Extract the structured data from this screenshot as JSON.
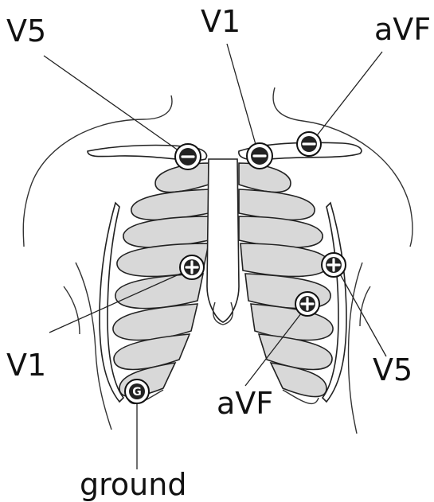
{
  "labels": {
    "v5_top": "V5",
    "v1_top": "V1",
    "avf_top": "aVF",
    "v1_bottom": "V1",
    "v5_bottom": "V5",
    "avf_bottom": "aVF",
    "ground": "ground",
    "ground_electrode": "G"
  },
  "electrodes": [
    {
      "lead": "V5",
      "polarity": "negative"
    },
    {
      "lead": "V1",
      "polarity": "negative"
    },
    {
      "lead": "aVF",
      "polarity": "negative"
    },
    {
      "lead": "V1",
      "polarity": "positive"
    },
    {
      "lead": "V5",
      "polarity": "positive"
    },
    {
      "lead": "aVF",
      "polarity": "positive"
    },
    {
      "lead": "ground",
      "polarity": "ground"
    }
  ]
}
